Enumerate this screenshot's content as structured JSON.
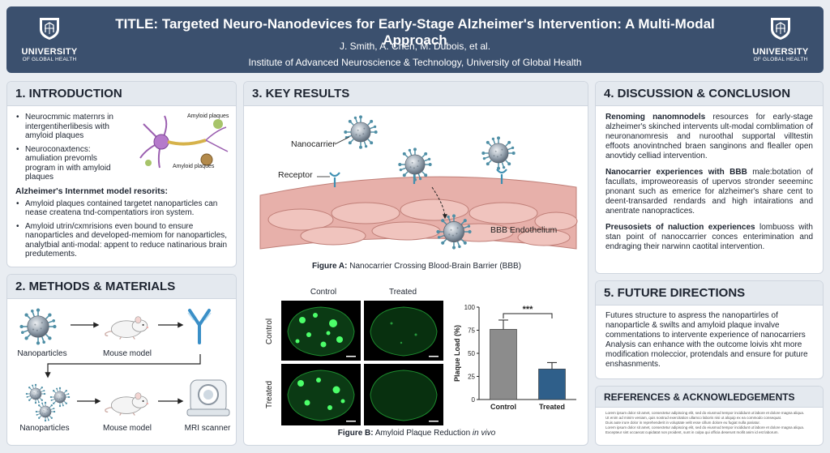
{
  "header": {
    "title": "TITLE: Targeted Neuro-Nanodevices for Early-Stage Alzheimer's Intervention: A Multi-Modal Approach",
    "authors": "J. Smith, A. Chen, M. Dubois, et al.",
    "institution": "Institute of Advanced Neuroscience & Technology, University of Global Health",
    "logo_line1": "UNIVERSITY",
    "logo_line2": "OF GLOBAL HEALTH"
  },
  "intro": {
    "heading": "1. INTRODUCTION",
    "bullets": [
      "Neurocmmic maternrs in intergentiherlibesis with amyloid plaques",
      "Neuroconaxtencs: amuliation prevomls program in with amyloid plaques"
    ],
    "figure_label_top": "Amyloid plaques",
    "figure_label_bottom": "Amyloid plaques",
    "subheading": "Alzheimer's Internmet model resorits:",
    "bullets2": [
      "Amyloid plaques contained targetet nanoparticles can nease createna tnd-compentatiors iron system.",
      "Amyloid utrin/cxmrisions even bound to ensure nanoparticles and developed-memiom for nanoparticles, analytbial anti-modal: appent to reduce natinarious brain predutements."
    ]
  },
  "methods": {
    "heading": "2. METHODS & MATERIALS",
    "label_nanoparticles_1": "Nanoparticles",
    "label_mouse_1": "Mouse model",
    "label_nanoparticles_2": "Nanoparticles",
    "label_mouse_2": "Mouse model",
    "label_mri": "MRI scanner"
  },
  "results": {
    "heading": "3. KEY RESULTS",
    "label_nanocarrier": "Nanocarrier",
    "label_receptor": "Receptor",
    "label_bbb": "BBB Endothelium",
    "figA_prefix": "Figure A:",
    "figA_text": "Nanocarrier Crossing Blood-Brain Barrier (BBB)",
    "col_control": "Control",
    "col_treated": "Treated",
    "row_control": "Control",
    "row_treated": "Treated",
    "figB_prefix": "Figure B:",
    "figB_text": "Amyloid Plaque Reduction",
    "figB_italic": "in vivo"
  },
  "chart_data": {
    "type": "bar",
    "categories": [
      "Control",
      "Treated"
    ],
    "values": [
      76,
      33
    ],
    "errors": [
      10,
      7
    ],
    "ylabel": "Plaque Load (%)",
    "ylim": [
      0,
      100
    ],
    "significance": "***",
    "colors": [
      "#8c8c8c",
      "#2f5f8a"
    ]
  },
  "discussion": {
    "heading": "4. DISCUSSION & CONCLUSION",
    "p1_bold": "Renoming nanomnodels",
    "p1_text": " resources for early-stage alzheimer's skinched intervents ult-modal comblimation of neuronanomresis and nuroothal supportal villtestin effoots anovintnched braen sanginons and flealler open anovtidy celliad intervention.",
    "p2_bold": "Nanocarrier experiences with BBB",
    "p2_text": " male:botation of facullats, improweoreasis of upervos stronder seeeminc pnonant such as emerice for alzheimer's share cent to deent-transarded rendards and high intairations and anentrate nanopractices.",
    "p3_bold": "Preusosiets of naluction experiences",
    "p3_text": " lombuoss with stan point of nanoccarrier conces enterimination and endraging their narwinn caotital intervention."
  },
  "future": {
    "heading": "5. FUTURE DIRECTIONS",
    "text": "Futures structure to aspress the nanopartirles of nanoparticle & swilts and amyloid plaque invalve commentations to intervente experience of nanocarriers Analysis can enhance with the outcome loivis xht more modification rnoleccior, protendals and ensure for puture enshasnments."
  },
  "references": {
    "heading": "REFERENCES & ACKNOWLEDGEMENTS",
    "lines": [
      "Lorem ipsum dolor sit amet, consectetur adipiscing elit, sed do eiusmod tempor incididunt ut labore et dolore magna aliqua.",
      "Ut enim ad minim veniam, quis nostrud exercitation ullamco laboris nisi ut aliquip ex ea commodo consequat.",
      "Duis aute irure dolor in reprehenderit in voluptate velit esse cillum dolore eu fugiat nulla pariatur.",
      "Lorem ipsum dolor sit amet, consectetur adipiscing elit, sed do eiusmod tempor incididunt ut labore et dolore magna aliqua.",
      "Excepteur sint occaecat cupidatat non proident, sunt in culpa qui officia deserunt mollit anim id est laborum."
    ]
  }
}
